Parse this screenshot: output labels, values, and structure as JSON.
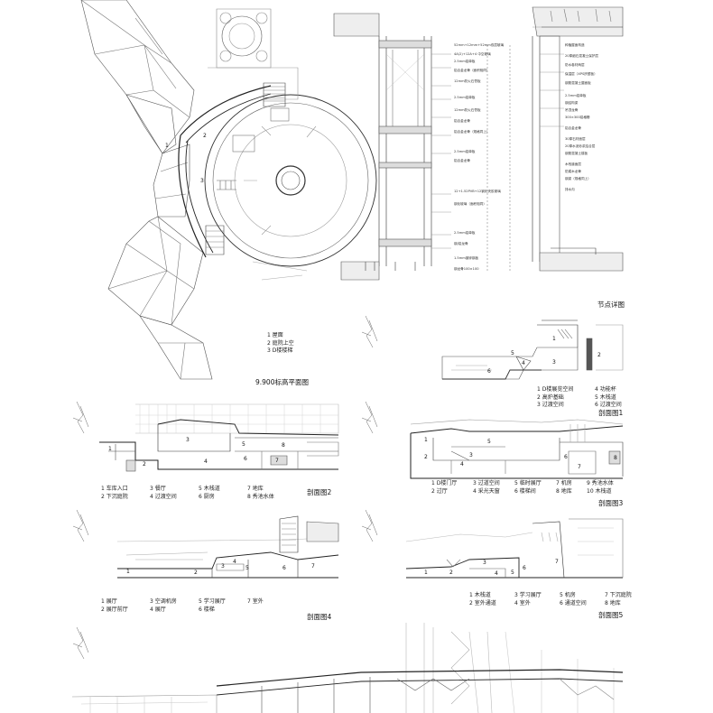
{
  "plan": {
    "title": "9.900标高平面图",
    "legend": [
      "1 屋面",
      "2 庭院上空",
      "3 D楼楼梯"
    ],
    "marks": [
      "1",
      "2",
      "3"
    ]
  },
  "detail": {
    "title": "节点详图"
  },
  "section1": {
    "title": "剖面图1",
    "legend": [
      [
        "1 D楼展览空间",
        "4 功能杯"
      ],
      [
        "2 高炉基础",
        "5 木栈道"
      ],
      [
        "3 过渡空间",
        "6 过渡空间"
      ]
    ],
    "marks": [
      "1",
      "2",
      "3",
      "4",
      "5",
      "6"
    ]
  },
  "section2": {
    "title": "剖面图2",
    "legend": [
      [
        "1 车库入口",
        "3 餐厅",
        "5 木栈道",
        "7 地库"
      ],
      [
        "2 下沉庭院",
        "4 过渡空间",
        "6 厨房",
        "8 秀池水体"
      ]
    ],
    "marks": [
      "1",
      "2",
      "3",
      "4",
      "5",
      "6",
      "7",
      "8"
    ]
  },
  "section3": {
    "title": "剖面图3",
    "legend": [
      [
        "1 D楼门厅",
        "3 过道空间",
        "5 临时展厅",
        "7 机房",
        "9 秀池水体"
      ],
      [
        "2 过厅",
        "4 采光天窗",
        "6 楼梯间",
        "8 地库",
        "10 木栈道"
      ]
    ],
    "marks": [
      "1",
      "2",
      "3",
      "4",
      "5",
      "6",
      "7",
      "8"
    ]
  },
  "section4": {
    "title": "剖面图4",
    "legend": [
      [
        "1 展厅",
        "3 空调机房",
        "5 学习展厅",
        "7 室外"
      ],
      [
        "2 展厅前厅",
        "4 展厅",
        "6 楼梯",
        ""
      ]
    ],
    "marks": [
      "1",
      "2",
      "3",
      "4",
      "5",
      "6",
      "7"
    ]
  },
  "section5": {
    "title": "剖面图5",
    "legend": [
      [
        "1 木栈道",
        "3 学习展厅",
        "5 机房",
        "7 下沉庭院"
      ],
      [
        "2 室外通道",
        "4 室外",
        "6 通道空间",
        "8 地库"
      ]
    ],
    "marks": [
      "1",
      "2",
      "3",
      "4",
      "5",
      "6",
      "7"
    ]
  },
  "detail_notes": {
    "left": [
      "52mm+12mm+52mm双层玻璃",
      "4A(2)+12A+4 中空玻璃",
      "2.5mm铝单板",
      "铝合金龙骨（面积相同）",
      "12mm防火石膏板",
      "2.5mm铝单板",
      "12mm防火石膏板",
      "铝合金龙骨",
      "铝合金龙骨（规格同上）",
      "2.5mm铝单板",
      "铝合金龙骨",
      "12+1.52PVB+12钢化夹胶玻璃",
      "钢化玻璃（面积相同）",
      "2.5mm铝单板",
      "钢/铝龙骨",
      "1.5mm镀锌钢板",
      "钢龙骨100×100"
    ],
    "right": [
      "种植屋面构造",
      "20厚细石混凝土保护层",
      "防水卷材两层",
      "保温层（XPS挤塑板）",
      "钢筋混凝土屋面板",
      "2.5mm铝单板",
      "钢结构梁",
      "吊顶龙骨",
      "300×300铝格栅",
      "铝合金龙骨",
      "30厚石材面层",
      "20厚水泥砂浆结合层",
      "钢筋混凝土楼板",
      "木栈道面层",
      "防腐木龙骨",
      "钢梁（规格同上）",
      "排水沟"
    ]
  }
}
